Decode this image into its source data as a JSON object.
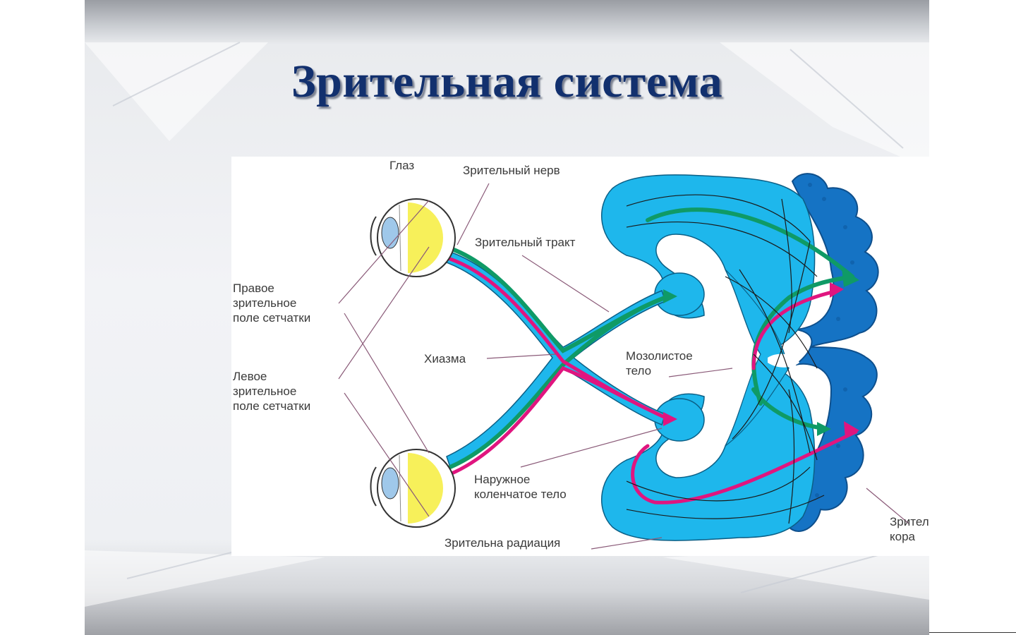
{
  "slide": {
    "title": "Зрительная система"
  },
  "diagram": {
    "labels": {
      "eye": "Глаз",
      "optic_nerve": "Зрительный нерв",
      "optic_tract": "Зрительный тракт",
      "right_field": [
        "Правое",
        "зрительное",
        "поле сетчатки"
      ],
      "left_field": [
        "Левое",
        "зрительное",
        "поле сетчатки"
      ],
      "chiasm": "Хиазма",
      "corpus_callosum": [
        "Мозолистое",
        "тело"
      ],
      "lgn": [
        "Наружное",
        "коленчатое тело"
      ],
      "radiation": "Зрительна радиация",
      "cortex": [
        "Зрительна",
        "кора"
      ]
    },
    "colors": {
      "pathway_fill": "#1eb7ec",
      "cortex_fill": "#1573c4",
      "green_fibers": "#0f9a66",
      "magenta_fibers": "#e0157f",
      "eye_yellow": "#f7f05a",
      "pointer_lines": "#8a5a78"
    }
  }
}
